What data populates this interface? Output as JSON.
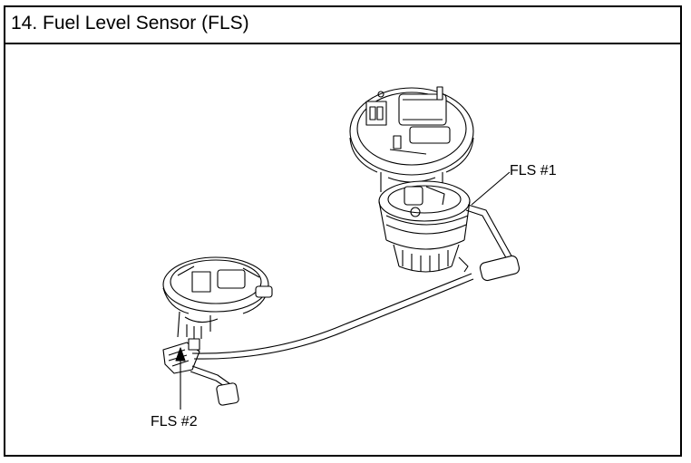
{
  "title": "14. Fuel Level Sensor (FLS)",
  "labels": {
    "fls1": "FLS #1",
    "fls2": "FLS #2"
  },
  "colors": {
    "line": "#000000",
    "background": "#ffffff"
  }
}
